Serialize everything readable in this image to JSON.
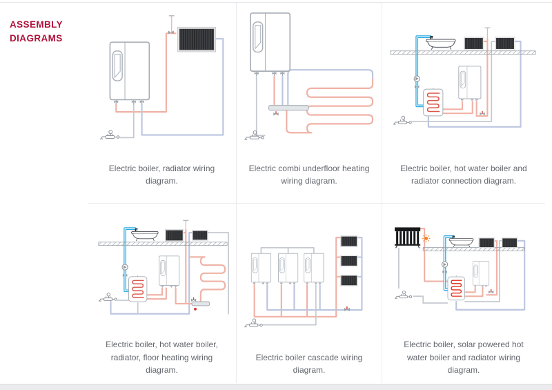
{
  "header": {
    "title_line1": "ASSEMBLY",
    "title_line2": "DIAGRAMS",
    "title_color": "#b0123c"
  },
  "colors": {
    "hot_pipe": "#f0b2a6",
    "cold_pipe": "#bdc6e0",
    "mains_pipe": "#29a8e0",
    "coil_red": "#db564a",
    "solar_coil_red": "#e0291c",
    "radiator_dark": "#3f4144",
    "outline_gray": "#a7adb5",
    "divider": "#eceaee",
    "caption_text": "#63676d",
    "sun_orange": "#f58220"
  },
  "diagrams": [
    {
      "id": "electric-boiler-radiator",
      "caption": "Electric boiler, radiator wiring diagram.",
      "components": [
        "electric-boiler",
        "radiator",
        "radiator-valve",
        "filling-valve"
      ]
    },
    {
      "id": "combi-underfloor",
      "caption": "Electric combi underfloor heating wiring diagram.",
      "components": [
        "electric-combi-boiler",
        "underfloor-heating-coil",
        "manifold",
        "filling-valve"
      ]
    },
    {
      "id": "boiler-hot-water-boiler-radiator",
      "caption": "Electric boiler, hot water boiler and radiator connection diagram.",
      "components": [
        "electric-boiler",
        "hot-water-tank",
        "radiator",
        "radiator",
        "bathtub",
        "circulation-pump",
        "filling-valve"
      ]
    },
    {
      "id": "boiler-hwb-radiator-floor-heating",
      "caption": "Electric boiler, hot water boiler, radiator, floor heating wiring diagram.",
      "components": [
        "electric-boiler",
        "hot-water-tank",
        "radiator",
        "radiator",
        "bathtub",
        "underfloor-heating-coil",
        "manifold",
        "circulation-pump",
        "filling-valve"
      ]
    },
    {
      "id": "cascade",
      "caption": "Electric boiler cascade wiring diagram.",
      "components": [
        "electric-boiler",
        "electric-boiler",
        "electric-boiler",
        "radiator",
        "radiator",
        "radiator",
        "valve",
        "filling-valve"
      ]
    },
    {
      "id": "solar-hot-water",
      "caption": "Electric boiler, solar powered hot water boiler and radiator wiring diagram.",
      "components": [
        "solar-collector",
        "sun",
        "electric-boiler",
        "hot-water-tank",
        "radiator",
        "radiator",
        "bathtub",
        "circulation-pump",
        "filling-valve"
      ]
    }
  ]
}
